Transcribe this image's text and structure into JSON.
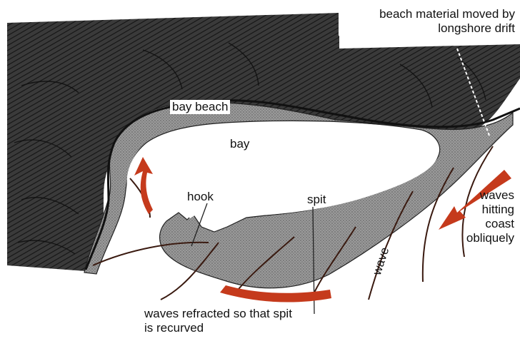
{
  "colors": {
    "land_dark": "#2f2f2f",
    "land_hatch": "#1a1a1a",
    "spit_gray": "#8f8f8f",
    "spit_dot": "#6b6b6b",
    "arrow_red": "#c53a1c",
    "water": "#ffffff",
    "label_text": "#111111"
  },
  "labels": {
    "longshore": [
      "beach material moved by",
      "longshore drift"
    ],
    "bay_beach": "bay beach",
    "bay": "bay",
    "hook": "hook",
    "spit": "spit",
    "wave": "wave",
    "waves_oblique": [
      "waves",
      "hitting",
      "coast",
      "obliquely"
    ],
    "refracted": [
      "waves refracted so that spit",
      "is recurved"
    ]
  },
  "arrows": [
    {
      "name": "longshore-arrow",
      "meaning": "waves hitting coast obliquely"
    },
    {
      "name": "refraction-arrow",
      "meaning": "waves refracted along spit"
    },
    {
      "name": "hook-arrow",
      "meaning": "waves refracted around hook"
    }
  ]
}
